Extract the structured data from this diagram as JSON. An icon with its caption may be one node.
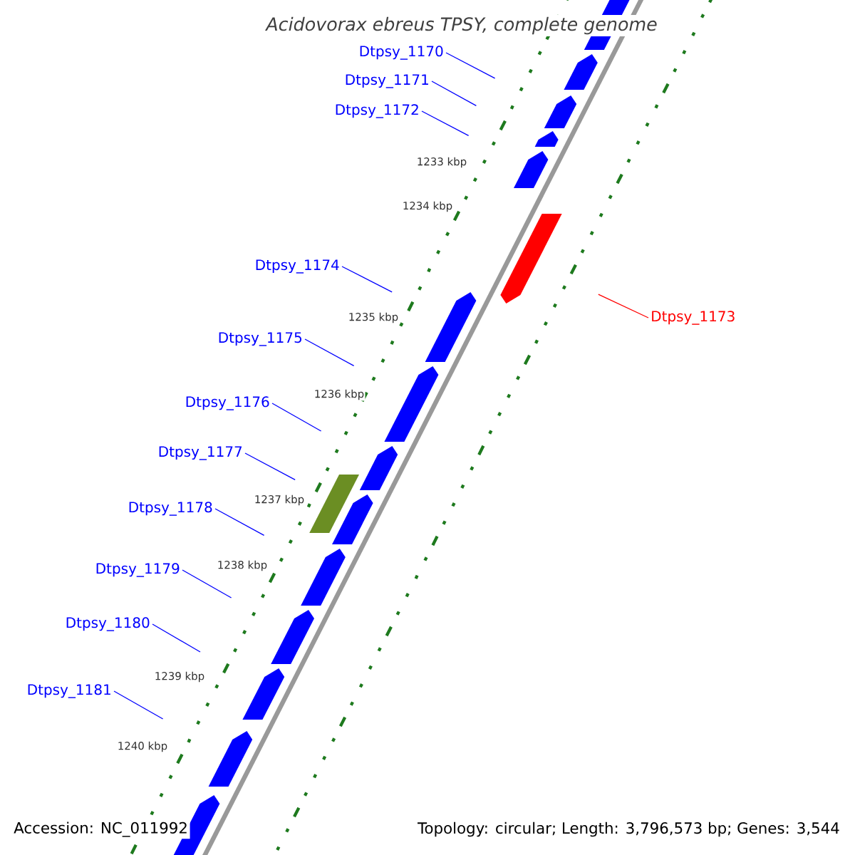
{
  "diagram": {
    "title": "Acidovorax ebreus TPSY, complete genome",
    "nodes": [
      {
        "text": [
          "Dtpsy_1170"
        ]
      },
      {
        "text": [
          "Dtpsy_1171"
        ]
      },
      {
        "text": [
          "Dtpsy_1172"
        ]
      },
      {
        "text": [
          "Dtpsy_1174"
        ]
      },
      {
        "text": [
          "Dtpsy_1173"
        ]
      },
      {
        "text": [
          "Dtpsy_1175"
        ]
      },
      {
        "text": [
          "Dtpsy_1176"
        ]
      },
      {
        "text": [
          "Dtpsy_1177"
        ]
      },
      {
        "text": [
          "Dtpsy_1178"
        ]
      },
      {
        "text": [
          "Dtpsy_1179"
        ]
      },
      {
        "text": [
          "Dtpsy_1180"
        ]
      },
      {
        "text": [
          "Dtpsy_1181"
        ]
      }
    ],
    "edges": [
      {
        "from": 0,
        "to": null,
        "arrow": "none"
      },
      {
        "from": 1,
        "to": null,
        "arrow": "none"
      },
      {
        "from": 2,
        "to": null,
        "arrow": "none"
      },
      {
        "from": 3,
        "to": null,
        "arrow": "none"
      },
      {
        "from": 4,
        "to": null,
        "arrow": "none",
        "color": "#ff0000"
      },
      {
        "from": 5,
        "to": null,
        "arrow": "none"
      },
      {
        "from": 6,
        "to": null,
        "arrow": "none"
      },
      {
        "from": 7,
        "to": null,
        "arrow": "none"
      },
      {
        "from": 8,
        "to": null,
        "arrow": "none"
      },
      {
        "from": 9,
        "to": null,
        "arrow": "none"
      },
      {
        "from": 10,
        "to": null,
        "arrow": "none"
      },
      {
        "from": 11,
        "to": null,
        "arrow": "none"
      }
    ],
    "labels": [
      "1233 kbp",
      "1234 kbp",
      "1235 kbp",
      "1236 kbp",
      "1237 kbp",
      "1238 kbp",
      "1239 kbp",
      "1240 kbp",
      "Accession: NC_011992",
      "Topology: circular; Length: 3,796,573 bp; Genes: 3,544"
    ]
  }
}
